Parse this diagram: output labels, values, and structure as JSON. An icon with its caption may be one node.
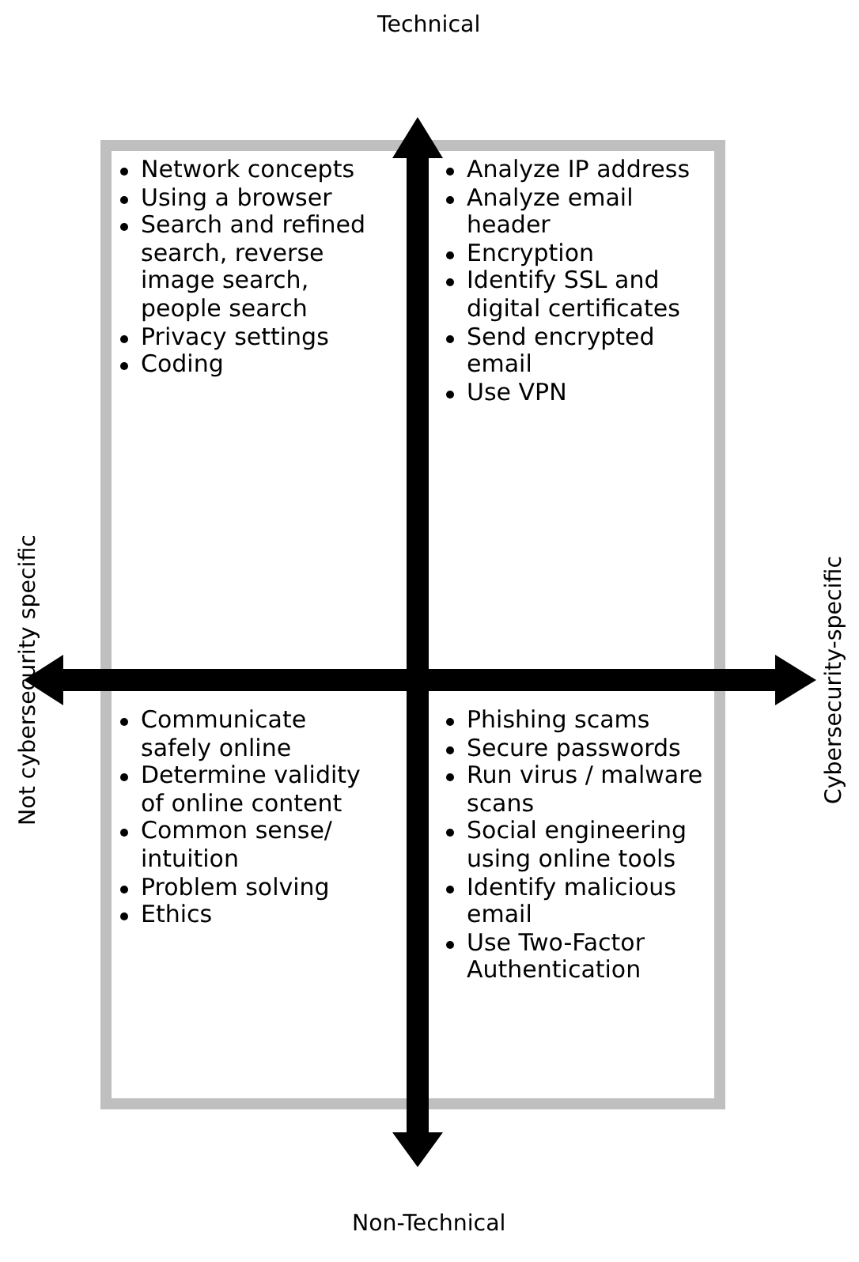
{
  "diagram": {
    "labels": [
      "Technical",
      "Network concepts",
      "Using a browser",
      "Search and refined search, reverse image search, people search",
      "Privacy settings",
      "Coding",
      "Analyze IP address",
      "Analyze email header",
      "Encryption",
      "Identify SSL and digital certificates",
      "Send encrypted email",
      "Use VPN",
      "Not cybersecurity specific",
      "Cybersecurity-specific",
      "Communicate safely online",
      "Determine validity of online content",
      "Common sense/ intuition",
      "Problem solving",
      "Ethics",
      "Phishing scams",
      "Secure passwords",
      "Run virus / malware scans",
      "Social engineering using online tools",
      "Identify malicious email",
      "Use Two-Factor Authentication",
      "Non-Technical"
    ]
  }
}
